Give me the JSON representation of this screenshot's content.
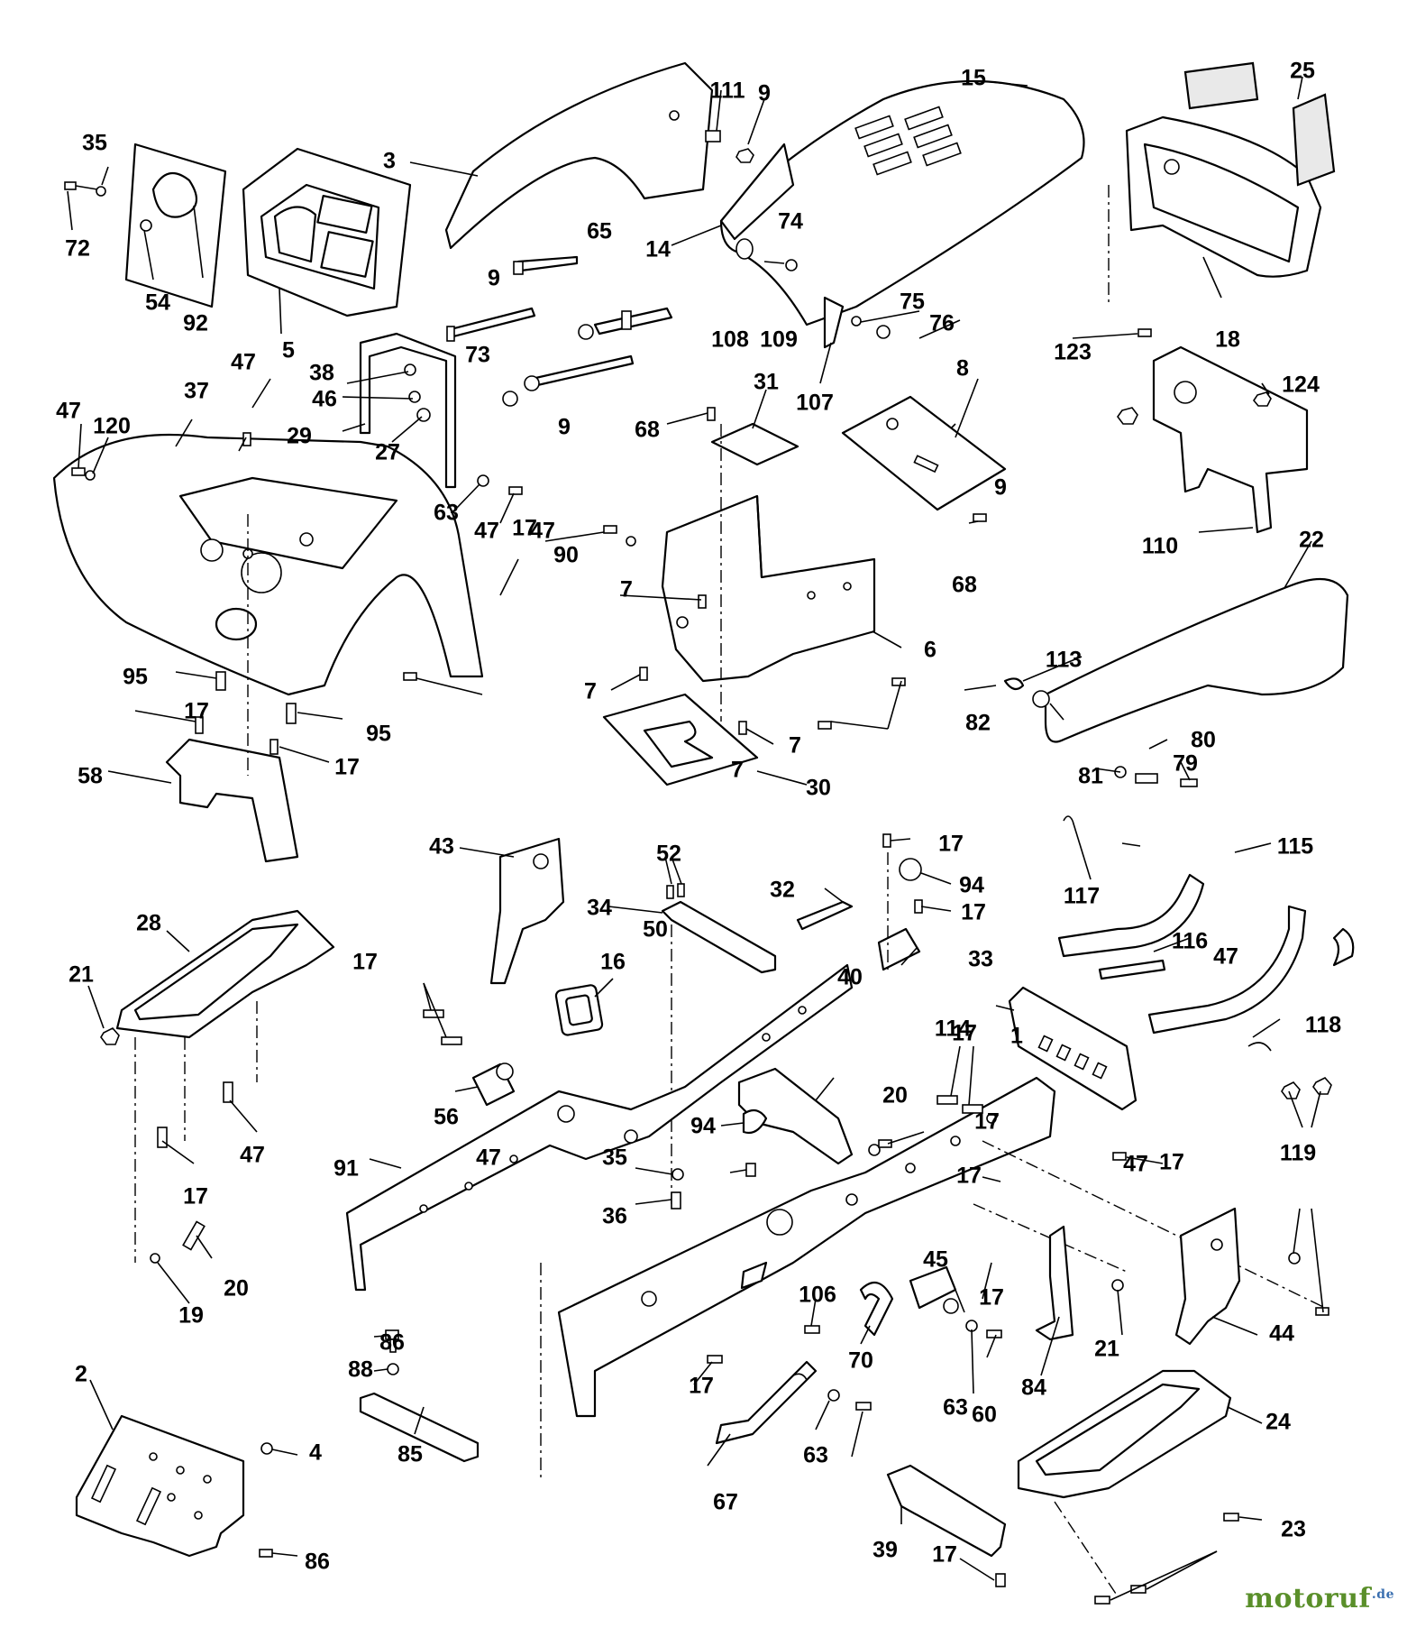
{
  "callouts": [
    "1",
    "2",
    "3",
    "4",
    "5",
    "6",
    "7",
    "7",
    "7",
    "7",
    "8",
    "9",
    "9",
    "9",
    "9",
    "14",
    "15",
    "16",
    "17",
    "17",
    "17",
    "17",
    "17",
    "17",
    "17",
    "17",
    "17",
    "17",
    "17",
    "17",
    "17",
    "17",
    "18",
    "19",
    "20",
    "20",
    "21",
    "21",
    "22",
    "23",
    "24",
    "25",
    "27",
    "28",
    "29",
    "30",
    "31",
    "32",
    "33",
    "34",
    "35",
    "35",
    "36",
    "37",
    "38",
    "39",
    "40",
    "43",
    "44",
    "45",
    "46",
    "47",
    "47",
    "47",
    "47",
    "47",
    "47",
    "47",
    "47",
    "50",
    "52",
    "54",
    "56",
    "58",
    "60",
    "63",
    "63",
    "63",
    "65",
    "67",
    "68",
    "68",
    "70",
    "72",
    "73",
    "74",
    "75",
    "76",
    "79",
    "80",
    "81",
    "82",
    "84",
    "85",
    "86",
    "86",
    "88",
    "90",
    "91",
    "92",
    "94",
    "94",
    "95",
    "95",
    "106",
    "107",
    "108",
    "109",
    "110",
    "111",
    "113",
    "114",
    "115",
    "116",
    "117",
    "118",
    "119",
    "120",
    "123",
    "124"
  ],
  "watermark": {
    "brand": "motoruf",
    "tld": ".de"
  }
}
